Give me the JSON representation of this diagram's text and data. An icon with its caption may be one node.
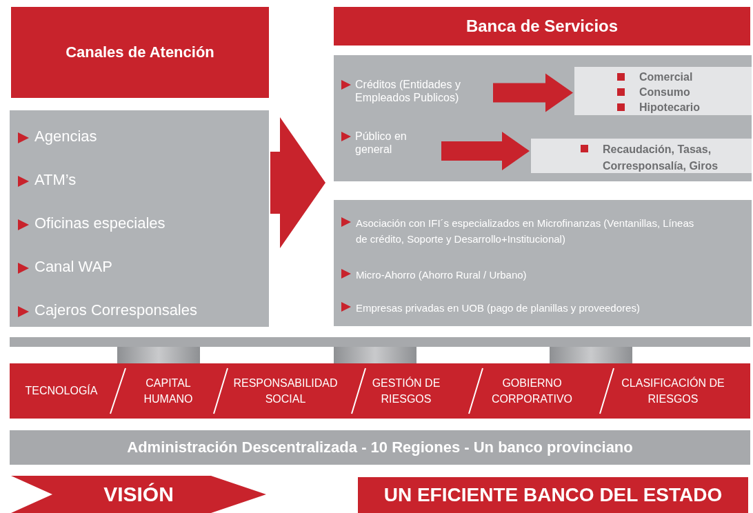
{
  "diagram": {
    "nodes": [
      {
        "text": [
          "Canales de Atención"
        ]
      },
      {
        "text": [
          "Agencias",
          "ATM’s",
          "Oficinas especiales",
          "Canal WAP",
          "Cajeros Corresponsales"
        ]
      },
      {
        "text": [
          "Banca de Servicios"
        ]
      },
      {
        "text": [],
        "shape": "box"
      },
      {
        "text": [
          "Créditos (Entidades y Empleados Publicos)"
        ],
        "in": 3
      },
      {
        "text": [
          "Público en general"
        ],
        "in": 3
      },
      {
        "text": [
          "Comercial",
          "Consumo",
          "Hipotecario"
        ],
        "in": 3
      },
      {
        "text": [
          "Recaudación, Tasas, Corresponsalía, Giros"
        ],
        "in": 3
      },
      {
        "text": [
          "Asociación con IFI´s especializados en Microfinanzas (Ventanillas, Líneas de crédito, Soporte y Desarrollo+Institucional)",
          "Micro-Ahorro (Ahorro Rural / Urbano)",
          "Empresas privadas en UOB (pago de planillas y proveedores)"
        ]
      },
      {
        "text": [
          "TECNOLOGÍA",
          "CAPITAL HUMANO",
          "RESPONSABILIDAD SOCIAL",
          "GESTIÓN DE RIESGOS",
          "GOBIERNO CORPORATIVO",
          "CLASIFICACIÓN DE RIESGOS"
        ]
      },
      {
        "text": [
          "Administración Descentralizada - 10 Regiones - Un banco provinciano"
        ]
      },
      {
        "text": [
          "VISIÓN"
        ]
      },
      {
        "text": [
          "UN EFICIENTE BANCO DEL ESTADO"
        ]
      }
    ],
    "edges": [
      {
        "from": 1,
        "to": null,
        "arrow": "to"
      },
      {
        "from": 4,
        "to": 6,
        "arrow": "to"
      },
      {
        "from": 5,
        "to": 7,
        "arrow": "to"
      }
    ]
  }
}
